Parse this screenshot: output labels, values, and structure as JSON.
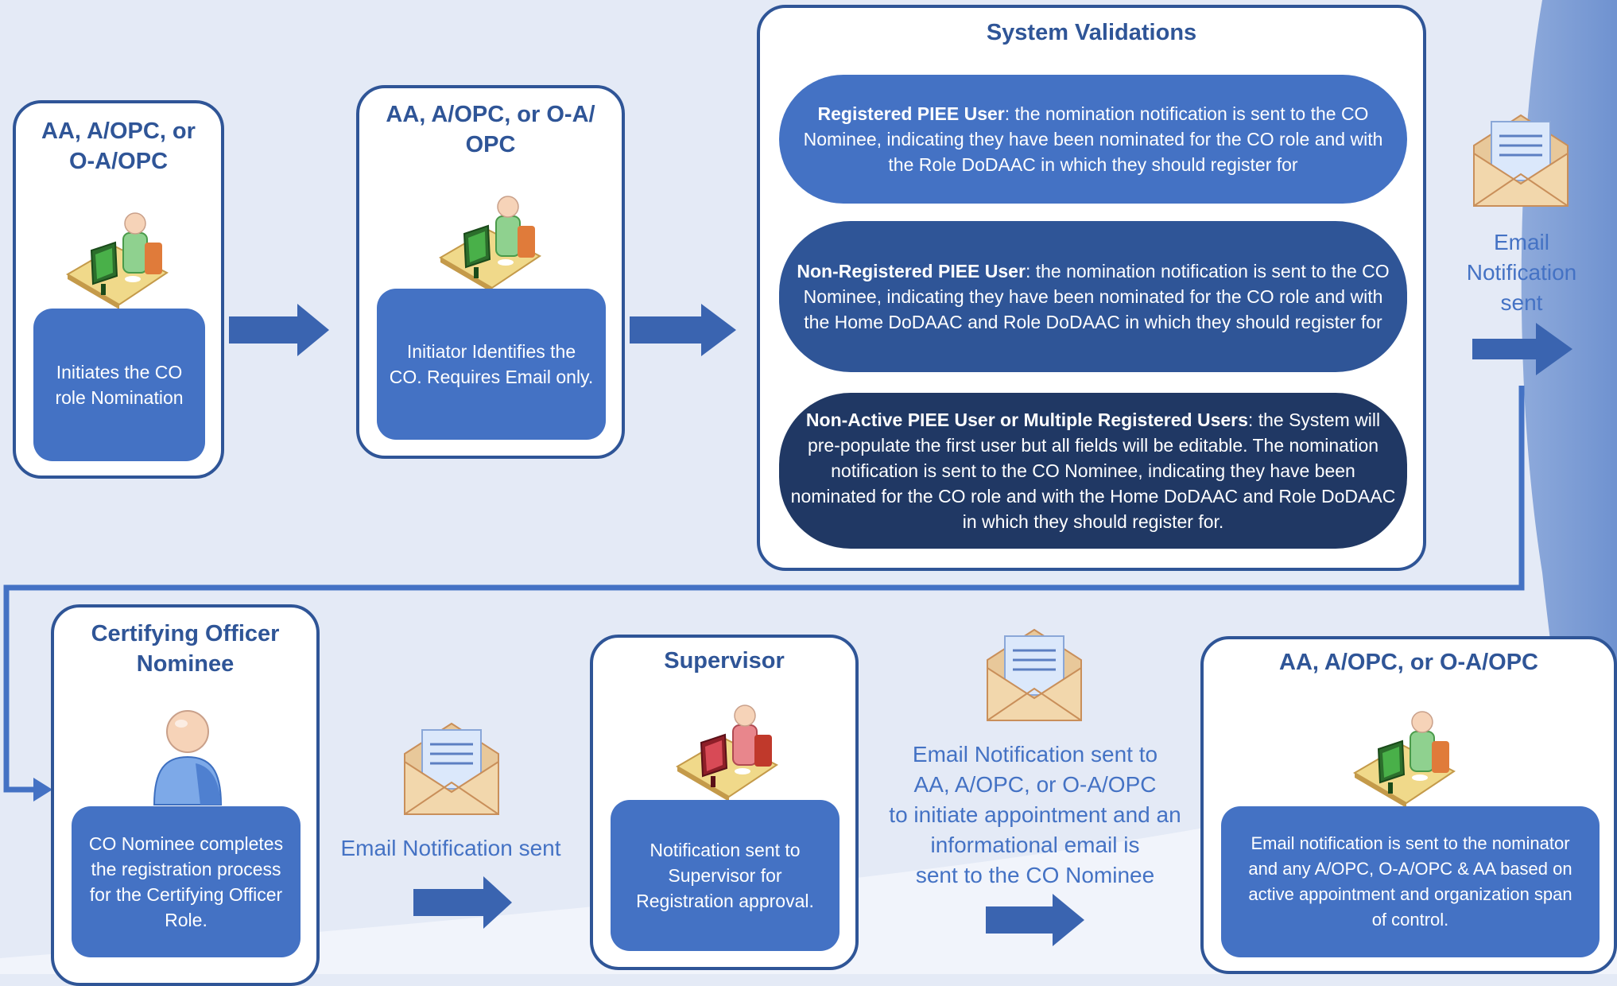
{
  "colors": {
    "background": "#e4eaf6",
    "card_border": "#2f5597",
    "title": "#2f5597",
    "inner_box": "#4472c4",
    "pill_1": "#4472c4",
    "pill_2": "#2f5597",
    "pill_3": "#203864",
    "caption": "#4472c4"
  },
  "cards": {
    "initiator_1": {
      "title": "AA, A/OPC, or\nO-A/OPC",
      "body": "Initiates the CO\nrole Nomination",
      "icon": "workstation-user-icon"
    },
    "initiator_2": {
      "title": "AA, A/OPC, or O-A/\nOPC",
      "body": "Initiator Identifies the\nCO. Requires Email only.",
      "icon": "workstation-user-icon"
    },
    "system_validations": {
      "title": "System Validations",
      "items": [
        {
          "label": "Registered PIEE User",
          "text": ": the nomination notification is sent to the CO Nominee, indicating they have been nominated for the CO role and with the Role DoDAAC in which they should register for"
        },
        {
          "label": "Non-Registered PIEE User",
          "text": ": the nomination notification is sent to the CO Nominee, indicating they have been nominated for the CO role and with the Home DoDAAC and Role DoDAAC in which they should register for"
        },
        {
          "label": "Non-Active PIEE User or Multiple Registered Users",
          "text": ": the System will pre-populate the first user but all fields will be editable. The nomination notification is sent to the CO Nominee, indicating they have been nominated for the CO role and with the Home DoDAAC and Role DoDAAC in which they should register for."
        }
      ]
    },
    "nominee": {
      "title": "Certifying Officer\nNominee",
      "body": "CO Nominee completes\nthe registration process\nfor the Certifying Officer\nRole.",
      "icon": "user-icon"
    },
    "supervisor": {
      "title": "Supervisor",
      "body": "Notification sent to\nSupervisor for\nRegistration approval.",
      "icon": "workstation-user-icon"
    },
    "final": {
      "title": "AA, A/OPC, or O-A/OPC",
      "body": "Email notification is sent to the nominator\nand any A/OPC, O-A/OPC & AA based on\nactive appointment and organization span\nof control.",
      "icon": "workstation-user-icon"
    }
  },
  "captions": {
    "email_sent_top": "Email\nNotification\nsent",
    "email_sent_bottom": "Email Notification sent",
    "email_sent_to_aa": "Email Notification sent to\nAA, A/OPC, or O-A/OPC\nto initiate appointment and an\ninformational email is\nsent to the CO Nominee"
  },
  "icons": {
    "email": "email-envelope-icon",
    "arrow": "right-arrow-icon"
  }
}
